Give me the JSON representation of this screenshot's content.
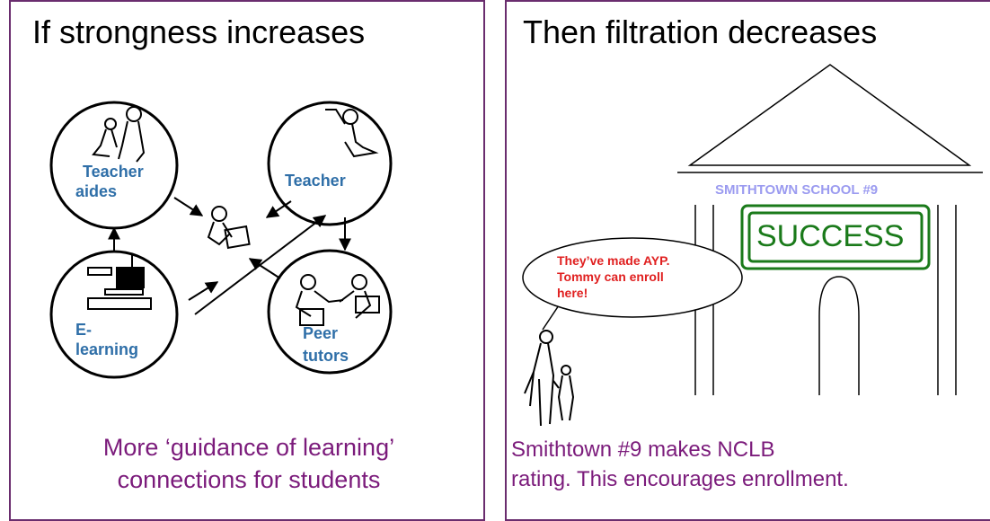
{
  "left": {
    "title": "If strongness increases",
    "nodes": {
      "teacher_aides": [
        "Teacher",
        "aides"
      ],
      "teacher": "Teacher",
      "elearning": [
        "E-",
        "learning"
      ],
      "peer_tutors": [
        "Peer",
        "tutors"
      ]
    },
    "caption": [
      "More ‘guidance of learning’",
      "connections for students"
    ]
  },
  "right": {
    "title": "Then filtration decreases",
    "school_name": "SMITHTOWN SCHOOL #9",
    "sign": "SUCCESS",
    "speech": [
      "They’ve made AYP.",
      "Tommy can enroll",
      "here!"
    ],
    "caption": [
      "Smithtown #9 makes NCLB",
      "rating. This encourages enrollment."
    ]
  },
  "colors": {
    "border": "#6a2d6e",
    "caption": "#7b1b7b",
    "node_label": "#2f6fa8",
    "school_name": "#9b9bf0",
    "success": "#1a7a1a",
    "speech": "#e02020"
  }
}
